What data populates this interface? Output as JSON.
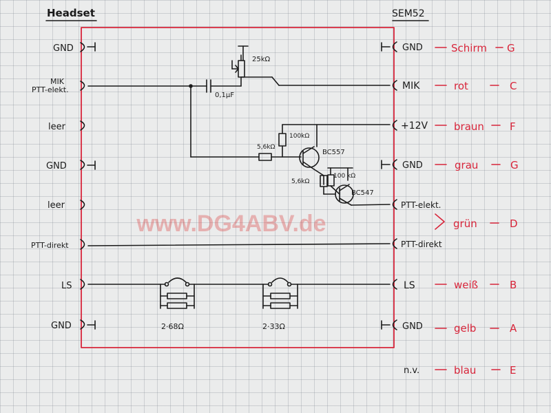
{
  "titles": {
    "left": "Headset",
    "right": "SEM52"
  },
  "left_pins": [
    "GND",
    "MIK",
    "PTT-elekt.",
    "leer",
    "GND",
    "leer",
    "PTT-direkt",
    "LS",
    "GND"
  ],
  "right_pins": [
    "GND",
    "MIK",
    "+12V",
    "GND",
    "PTT-elekt.",
    "PTT-direkt",
    "LS",
    "GND",
    "n.v."
  ],
  "wires": [
    {
      "color": "Schirm",
      "code": "G"
    },
    {
      "color": "rot",
      "code": "C"
    },
    {
      "color": "braun",
      "code": "F"
    },
    {
      "color": "grau",
      "code": "G"
    },
    {
      "color": "grün",
      "code": "D"
    },
    {
      "color": "weiß",
      "code": "B"
    },
    {
      "color": "gelb",
      "code": "A"
    },
    {
      "color": "blau",
      "code": "E"
    }
  ],
  "components": {
    "pot": "25kΩ",
    "cap": "0,1µF",
    "r_100k_a": "100kΩ",
    "r_5k6_a": "5,6kΩ",
    "t1": "BC557",
    "r_5k6_b": "5,6kΩ",
    "r_100k_b": "100 kΩ",
    "t2": "BC547",
    "res_pair_1": "2·68Ω",
    "res_pair_2": "2·33Ω"
  },
  "watermark": "www.DG4ABV.de",
  "colors": {
    "frame": "#d8253a",
    "ink": "#1a1a1a",
    "annotation": "#d8253a"
  }
}
